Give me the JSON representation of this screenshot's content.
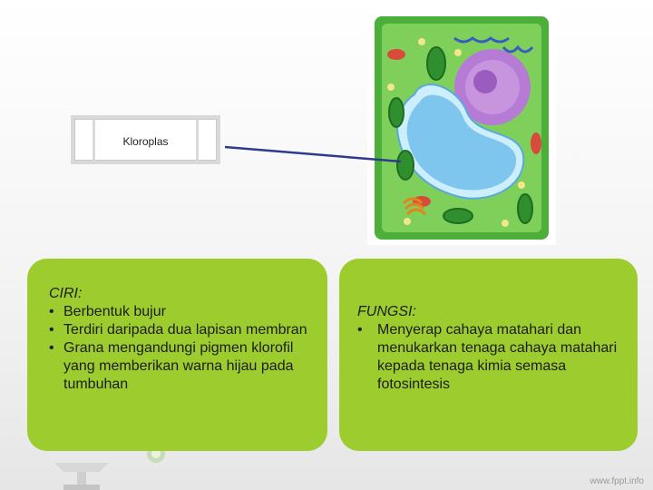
{
  "label": {
    "text": "Kloroplas"
  },
  "ciri": {
    "title": "CIRI:",
    "items": [
      "Berbentuk bujur",
      "Terdiri daripada dua lapisan membran",
      "Grana mengandungi pigmen klorofil yang memberikan warna hijau pada tumbuhan"
    ]
  },
  "fungsi": {
    "title": "FUNGSI:",
    "items": [
      "Menyerap cahaya matahari dan menukarkan tenaga cahaya matahari kepada tenaga kimia semasa fotosintesis"
    ]
  },
  "watermark": "www.fppt.info",
  "colors": {
    "panel": "#9ccc2e",
    "cell_wall": "#4caf3a",
    "cytoplasm": "#7fd05a",
    "vacuole": "#7fc6ef",
    "nucleus": "#b67bd4",
    "pointer_line": "#2f3a8f"
  },
  "icons": {
    "cell": "plant-cell-diagram",
    "lamp": "desk-lamp-decoration"
  }
}
